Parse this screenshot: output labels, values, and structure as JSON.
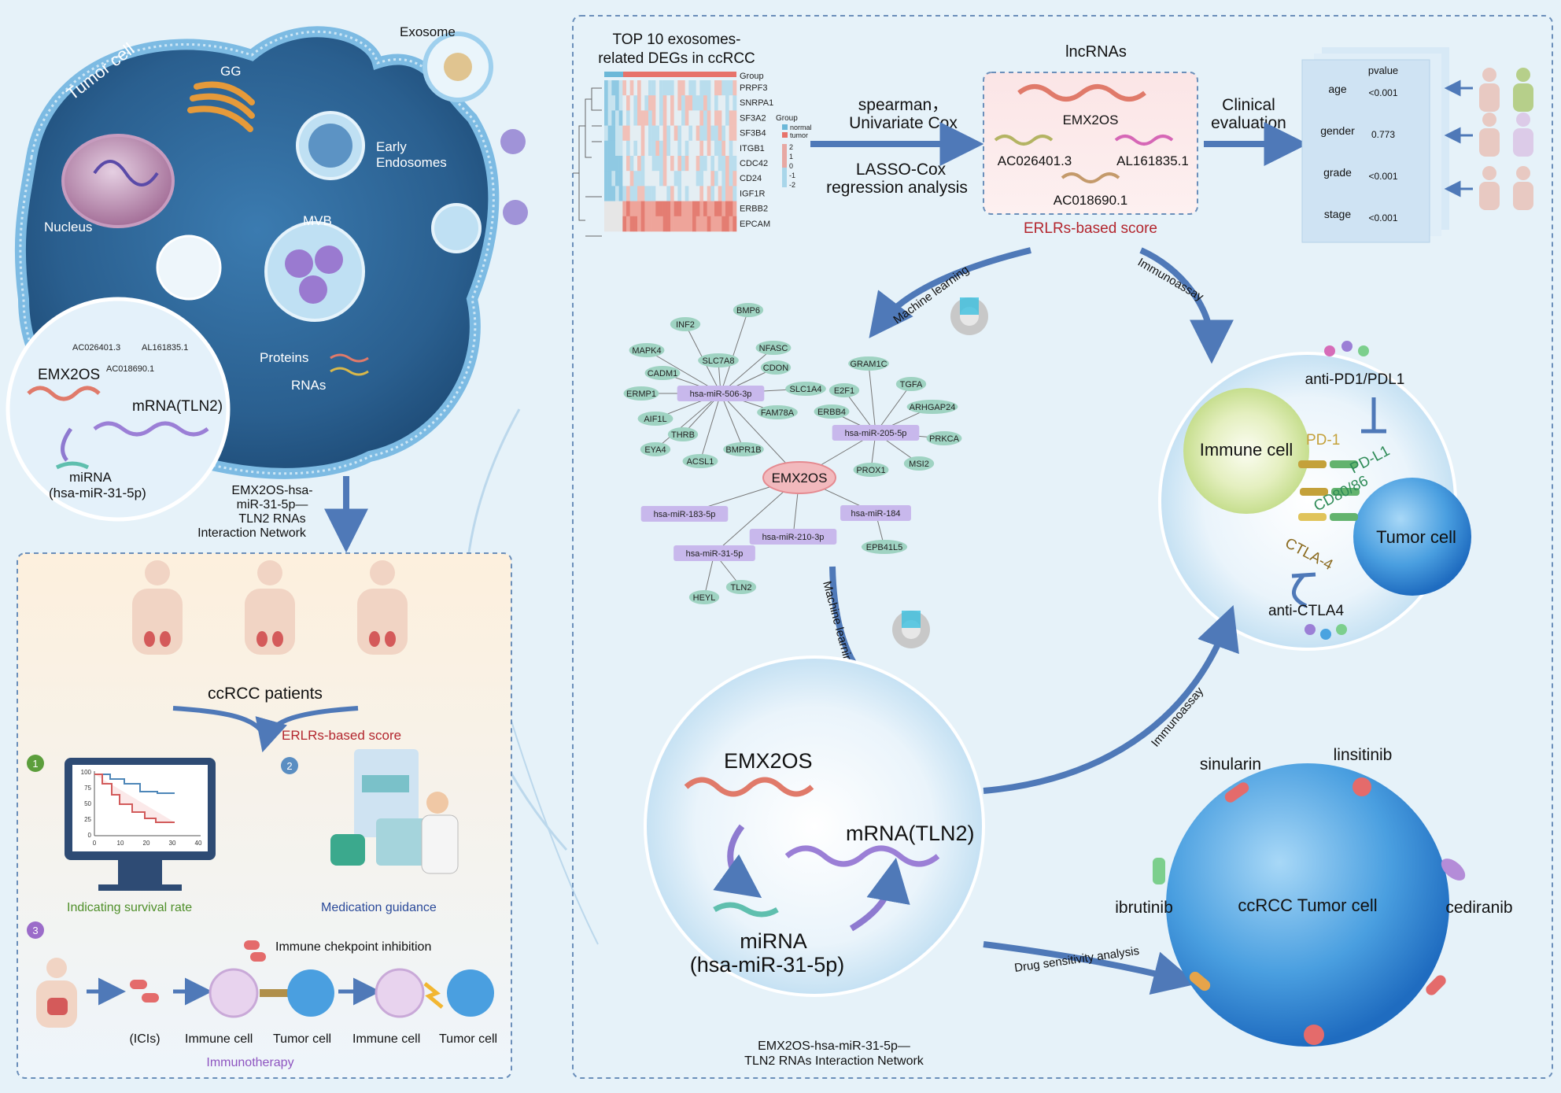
{
  "tumor_cell": {
    "title": "Tumor cell",
    "labels": {
      "exosome": "Exosome",
      "gg": "GG",
      "early_endosomes_1": "Early",
      "early_endosomes_2": "Endosomes",
      "nucleus": "Nucleus",
      "mvb": "MVB",
      "proteins": "Proteins",
      "rnas": "RNAs"
    },
    "inset": {
      "ac026401": "AC026401.3",
      "al161835": "AL161835.1",
      "ac018690": "AC018690.1",
      "emx2os": "EMX2OS",
      "mrna": "mRNA(TLN2)",
      "mirna_1": "miRNA",
      "mirna_2": "(hsa-miR-31-5p)"
    },
    "network_caption": [
      "EMX2OS-hsa-",
      "miR-31-5p—",
      "TLN2 RNAs",
      "Interaction Network"
    ]
  },
  "clinical_panel": {
    "patients": "ccRCC patients",
    "score": "ERLRs-based score",
    "badges": [
      "1",
      "2",
      "3"
    ],
    "survival_label": "Indicating survival rate",
    "medication_label": "Medication guidance",
    "survival_chart": {
      "yticks": [
        "100",
        "75",
        "50",
        "25",
        "0"
      ],
      "xticks": [
        "0",
        "10",
        "20",
        "30",
        "40"
      ]
    },
    "immunotherapy": {
      "checkpoint_label": "Immune chekpoint inhibition",
      "icis": "(ICIs)",
      "immune_cell_1": "Immune cell",
      "tumor_cell_1": "Tumor cell",
      "immune_cell_2": "Immune cell",
      "tumor_cell_2": "Tumor cell",
      "caption": "Immunotherapy"
    }
  },
  "heatmap": {
    "title_1": "TOP 10 exosomes-",
    "title_2": "related DEGs in ccRCC",
    "group_label": "Group",
    "genes": [
      "PRPF3",
      "SNRPA1",
      "SF3A2",
      "SF3B4",
      "ITGB1",
      "CDC42",
      "CD24",
      "IGF1R",
      "ERBB2",
      "EPCAM"
    ],
    "legend_title": "Group",
    "legend_items": [
      "normal",
      "tumor"
    ],
    "scale": [
      "2",
      "1",
      "0",
      "-1",
      "-2"
    ]
  },
  "methods": {
    "line1": "spearman，",
    "line2": "Univariate Cox",
    "line3": "LASSO-Cox",
    "line4": "regression analysis"
  },
  "lncrnas": {
    "title": "lncRNAs",
    "items": [
      "EMX2OS",
      "AC026401.3",
      "AL161835.1",
      "AC018690.1"
    ],
    "score_label": "ERLRs-based score"
  },
  "clinical_eval": {
    "label_1": "Clinical",
    "label_2": "evaluation",
    "header": "pvalue",
    "rows": [
      {
        "name": "age",
        "pvalue": "<0.001"
      },
      {
        "name": "gender",
        "pvalue": "0.773"
      },
      {
        "name": "grade",
        "pvalue": "<0.001"
      },
      {
        "name": "stage",
        "pvalue": "<0.001"
      }
    ]
  },
  "arrows": {
    "ml_top": "Machine learning",
    "immuno_top": "Immunoassay",
    "ml_mid": "Machine learning",
    "immuno_bottom": "Immunoassay",
    "drug_sensitivity": "Drug sensitivity analysis"
  },
  "network": {
    "center": "EMX2OS",
    "mirnas": [
      "hsa-miR-506-3p",
      "hsa-miR-205-5p",
      "hsa-miR-183-5p",
      "hsa-miR-184",
      "hsa-miR-210-3p",
      "hsa-miR-31-5p"
    ],
    "genes_506": [
      "INF2",
      "BMP6",
      "MAPK4",
      "SLC7A8",
      "NFASC",
      "CADM1",
      "CDON",
      "ERMP1",
      "SLC1A4",
      "AIF1L",
      "FAM78A",
      "THRB",
      "EYA4",
      "BMPR1B",
      "ACSL1"
    ],
    "genes_205": [
      "GRAM1C",
      "E2F1",
      "TGFA",
      "ERBB4",
      "ARHGAP24",
      "PRKCA",
      "PROX1",
      "MSI2"
    ],
    "genes_other": [
      "EPB41L5",
      "HEYL",
      "TLN2"
    ]
  },
  "immune_panel": {
    "anti_pd1": "anti-PD1/PDL1",
    "immune_cell": "Immune cell",
    "pd1": "PD-1",
    "pdl1": "PD-L1",
    "cd80": "CD80/86",
    "ctla4": "CTLA-4",
    "tumor_cell": "Tumor cell",
    "anti_ctla4": "anti-CTLA4"
  },
  "rna_panel": {
    "emx2os": "EMX2OS",
    "mrna": "mRNA(TLN2)",
    "mirna_1": "miRNA",
    "mirna_2": "(hsa-miR-31-5p)",
    "caption_1": "EMX2OS-hsa-miR-31-5p—",
    "caption_2": "TLN2 RNAs Interaction Network"
  },
  "drug_panel": {
    "tumor_label": "ccRCC Tumor cell",
    "drugs": [
      "sinularin",
      "linsitinib",
      "ibrutinib",
      "cediranib"
    ]
  },
  "colors": {
    "cell_blue": "#2e6b9c",
    "membrane": "#6ab0dd",
    "dna_red": "#e07a6a",
    "dna_purple": "#9b7fd6",
    "arrow_blue": "#4f79b8",
    "score_red": "#b3262e"
  }
}
